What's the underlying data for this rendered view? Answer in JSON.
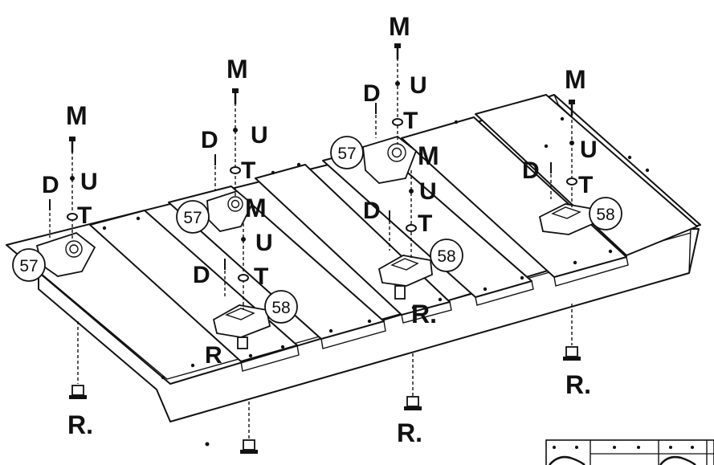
{
  "labels": {
    "m": "M",
    "u": "U",
    "t": "T",
    "d": "D",
    "r": "R",
    "r_dot": "R.",
    "part_57": "57",
    "part_58": "58"
  },
  "colors": {
    "ink": "#111111",
    "paper": "#ffffff"
  }
}
